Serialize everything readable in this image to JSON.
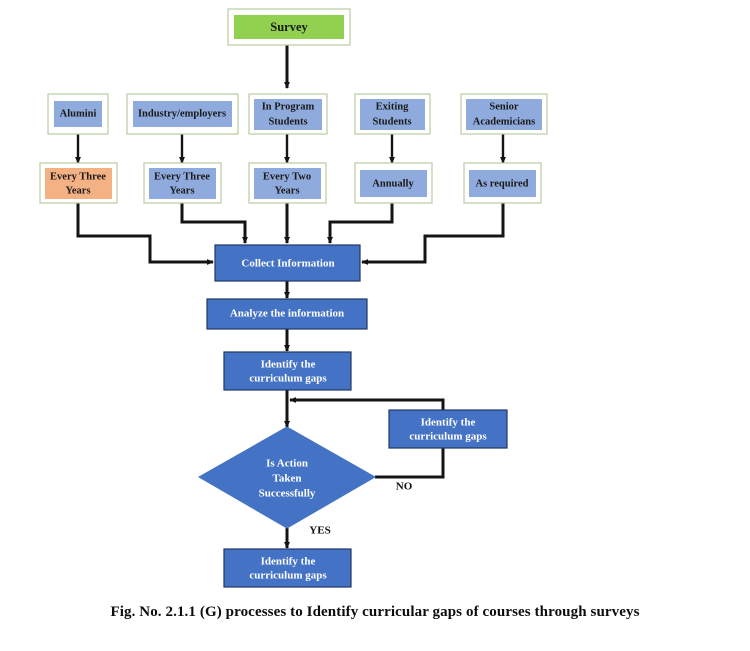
{
  "figure": {
    "caption": "Fig. No. 2.1.1 (G) processes to Identify curricular gaps of courses through surveys",
    "background": "#ffffff"
  },
  "colors": {
    "green_fill": "#92d050",
    "blue_fill": "#8faadc",
    "orange_fill": "#f4b183",
    "process_blue": "#4472c4",
    "frame_border": "#b9cda0",
    "process_border": "#1f3864",
    "connector": "#141414",
    "text_dark": "#1a1a1a",
    "text_light": "#ffffff"
  },
  "nodes": {
    "survey": {
      "label": "Survey",
      "fill": "#92d050",
      "text": "dark"
    },
    "sources": [
      {
        "label": "Alumini",
        "fill": "#8faadc",
        "text": "dark"
      },
      {
        "label": "Industry/employers",
        "fill": "#8faadc",
        "text": "dark"
      },
      {
        "label": "In Program\nStudents",
        "line1": "In Program",
        "line2": "Students",
        "fill": "#8faadc",
        "text": "dark"
      },
      {
        "label": "Exiting\nStudents",
        "line1": "Exiting",
        "line2": "Students",
        "fill": "#8faadc",
        "text": "dark"
      },
      {
        "label": "Senior\nAcademicians",
        "line1": "Senior",
        "line2": "Academicians",
        "fill": "#8faadc",
        "text": "dark"
      }
    ],
    "frequencies": [
      {
        "label": "Every Three\nYears",
        "line1": "Every Three",
        "line2": "Years",
        "fill": "#f4b183",
        "text": "dark"
      },
      {
        "label": "Every Three\nYears",
        "line1": "Every Three",
        "line2": "Years",
        "fill": "#8faadc",
        "text": "dark"
      },
      {
        "label": "Every Two\nYears",
        "line1": "Every Two",
        "line2": "Years",
        "fill": "#8faadc",
        "text": "dark"
      },
      {
        "label": "Annually",
        "line1": "Annually",
        "line2": "",
        "fill": "#8faadc",
        "text": "dark"
      },
      {
        "label": "As required",
        "line1": "As required",
        "line2": "",
        "fill": "#8faadc",
        "text": "dark"
      }
    ],
    "collect": {
      "label": "Collect Information",
      "fill": "#4472c4",
      "text": "light"
    },
    "analyze": {
      "label": "Analyze the information",
      "fill": "#4472c4",
      "text": "light"
    },
    "identify_gaps": {
      "line1": "Identify the",
      "line2": "curriculum gaps",
      "fill": "#4472c4",
      "text": "light"
    },
    "decision": {
      "line1": "Is Action",
      "line2": "Taken",
      "line3": "Successfully",
      "fill": "#4472c4",
      "text": "light"
    },
    "rework": {
      "line1": "Identify the",
      "line2": "curriculum gaps",
      "fill": "#4472c4",
      "text": "light"
    },
    "outcome": {
      "line1": "Identify the",
      "line2": "curriculum gaps",
      "fill": "#4472c4",
      "text": "light"
    }
  },
  "edge_labels": {
    "no": "NO",
    "yes": "YES"
  }
}
